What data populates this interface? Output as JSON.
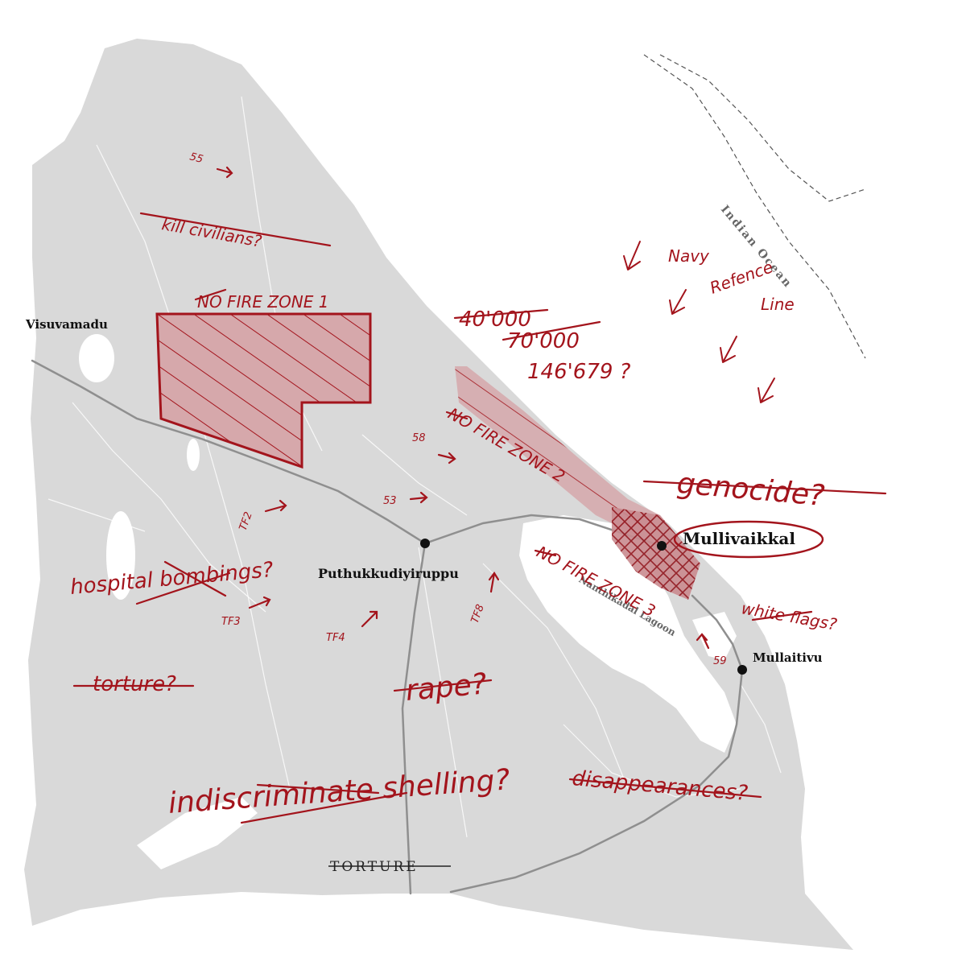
{
  "places": {
    "visuvamadu": "Visuvamadu",
    "puthukkudiyiruppu": "Puthukkudiyiruppu",
    "mullivaikkal": "Mullivaikkal",
    "mullaitivu": "Mullaitivu",
    "lagoon": "Nanthikadal Lagoon",
    "ocean": "Indian Ocean"
  },
  "annotations": {
    "zone1": "NO FIRE ZONE 1",
    "zone2": "NO FIRE ZONE 2",
    "zone3": "NO FIRE ZONE 3",
    "c40": "40'000",
    "c70": "70'000",
    "c146": "146'679 ?",
    "navy": "Navy",
    "refence": "Refence",
    "line": "Line",
    "div55": "55",
    "div58": "58",
    "div53": "53",
    "div59": "59",
    "tf2": "TF2",
    "tf3": "TF3",
    "tf4": "TF4",
    "tf8": "TF8",
    "kill": "kill civilians?",
    "genocide": "genocide?",
    "hospital": "hospital bombings?",
    "torture": "torture?",
    "rape": "rape?",
    "shelling": "indiscriminate shelling?",
    "disappear": "disappearances?",
    "white": "white flags?"
  },
  "footer": {
    "title": "TORTURE"
  },
  "colors": {
    "land": "#d9d9d9",
    "ink": "#a3141c",
    "road": "#8f8f8f"
  }
}
